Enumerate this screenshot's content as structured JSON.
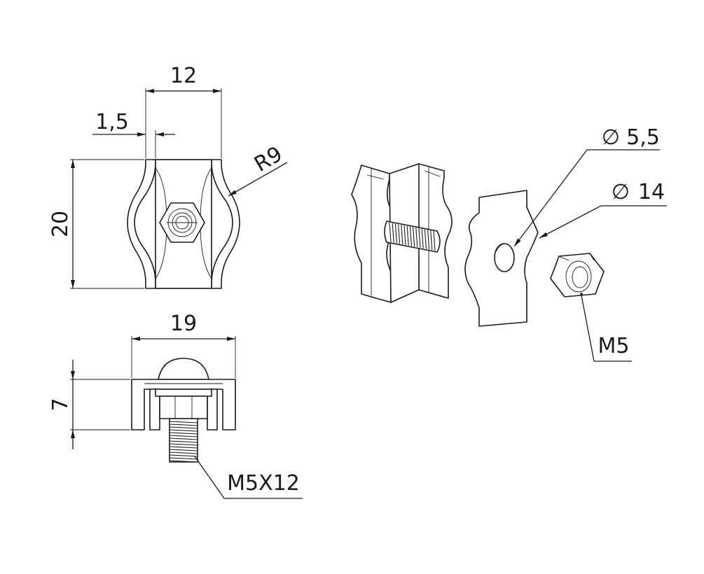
{
  "dimensions": {
    "width_12": "12",
    "thickness_1_5": "1,5",
    "height_20": "20",
    "radius": "R9",
    "length_19": "19",
    "height_7": "7"
  },
  "callouts": {
    "hole_diameter": "5,5",
    "plate_diameter": "14",
    "nut": "M5",
    "bolt": "M5X12"
  },
  "symbols": {
    "diameter": "∅"
  },
  "colors": {
    "line": "#1a1a1a",
    "background": "#ffffff"
  }
}
